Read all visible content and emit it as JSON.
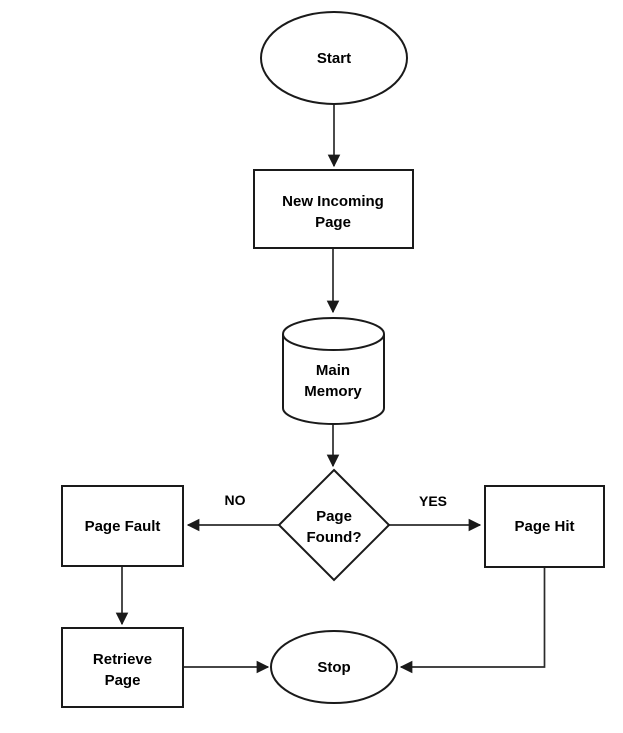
{
  "diagram": {
    "type": "flowchart",
    "colors": {
      "background": "#ffffff",
      "shape_fill": "#ffffff",
      "stroke": "#1a1a1a",
      "text": "#000000"
    },
    "nodes": {
      "start": {
        "shape": "ellipse",
        "lines": [
          "Start"
        ]
      },
      "new_incoming_page": {
        "shape": "rectangle",
        "lines": [
          "New Incoming",
          "Page"
        ]
      },
      "main_memory": {
        "shape": "cylinder",
        "lines": [
          "Main",
          "Memory"
        ]
      },
      "page_found": {
        "shape": "diamond",
        "lines": [
          "Page",
          "Found?"
        ]
      },
      "page_fault": {
        "shape": "rectangle",
        "lines": [
          "Page Fault"
        ]
      },
      "page_hit": {
        "shape": "rectangle",
        "lines": [
          "Page Hit"
        ]
      },
      "retrieve_page": {
        "shape": "rectangle",
        "lines": [
          "Retrieve",
          "Page"
        ]
      },
      "stop": {
        "shape": "ellipse",
        "lines": [
          "Stop"
        ]
      }
    },
    "edge_labels": {
      "no": "NO",
      "yes": "YES"
    }
  }
}
